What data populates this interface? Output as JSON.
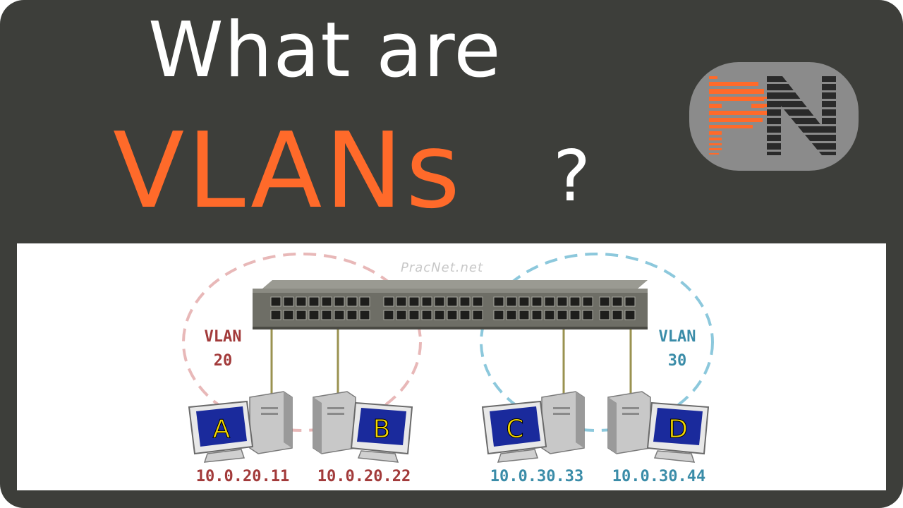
{
  "title": {
    "line1": "What are",
    "line2": "VLANs",
    "question_mark": "?"
  },
  "watermark": "PracNet.net",
  "logo": {
    "text": "PN"
  },
  "vlans": [
    {
      "name": "VLAN",
      "id": "20",
      "color": "#a23a3a",
      "ring_color": "#e8b8b8"
    },
    {
      "name": "VLAN",
      "id": "30",
      "color": "#3a8ca8",
      "ring_color": "#8cc8dc"
    }
  ],
  "computers": [
    {
      "label": "A",
      "ip": "10.0.20.11",
      "vlan": "20"
    },
    {
      "label": "B",
      "ip": "10.0.20.22",
      "vlan": "20"
    },
    {
      "label": "C",
      "ip": "10.0.30.33",
      "vlan": "30"
    },
    {
      "label": "D",
      "ip": "10.0.30.44",
      "vlan": "30"
    }
  ],
  "colors": {
    "background": "#3d3e3a",
    "accent": "#ff6a2a",
    "title_white": "#ffffff",
    "screen_blue": "#1a2a9c",
    "screen_letter": "#f5d800"
  }
}
